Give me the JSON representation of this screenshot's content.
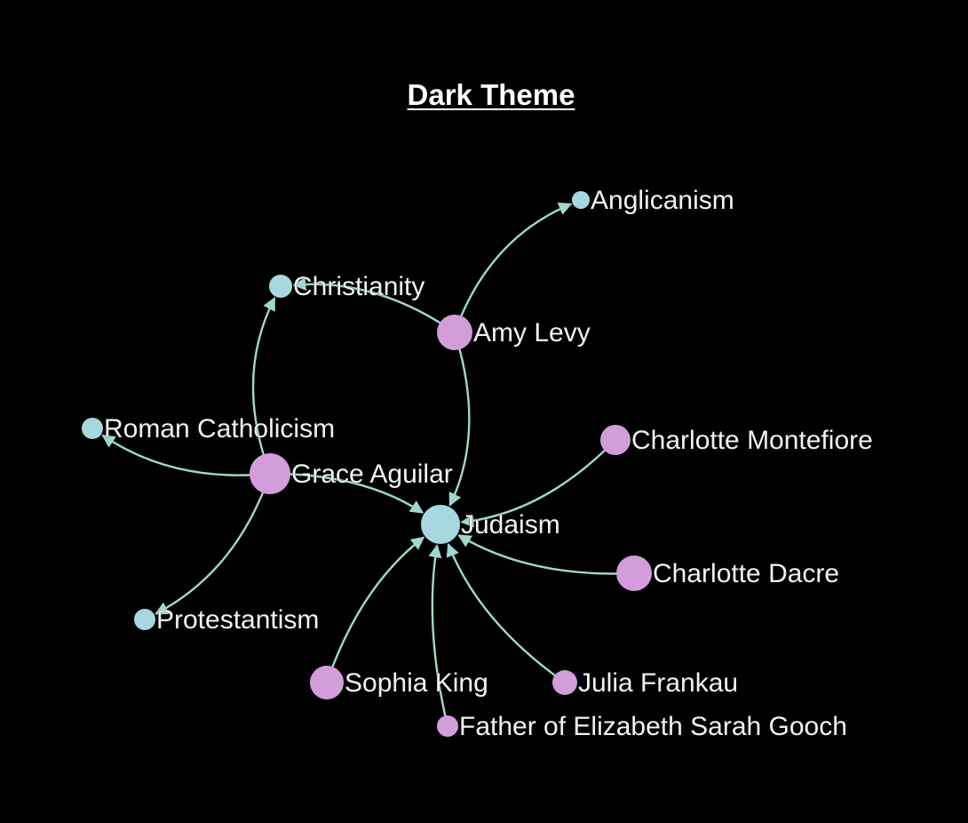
{
  "title": "Dark Theme",
  "colors": {
    "background": "#000000",
    "edge": "#9fd8cf",
    "concept_node": "#a8d8df",
    "person_node": "#d39ddc",
    "label": "#f2f2f2"
  },
  "nodes": [
    {
      "id": "anglicanism",
      "label": "Anglicanism",
      "kind": "concept"
    },
    {
      "id": "christianity",
      "label": "Christianity",
      "kind": "concept"
    },
    {
      "id": "amy-levy",
      "label": "Amy Levy",
      "kind": "person"
    },
    {
      "id": "roman-catholicism",
      "label": "Roman Catholicism",
      "kind": "concept"
    },
    {
      "id": "charlotte-montefiore",
      "label": "Charlotte Montefiore",
      "kind": "person"
    },
    {
      "id": "grace-aguilar",
      "label": "Grace Aguilar",
      "kind": "person"
    },
    {
      "id": "judaism",
      "label": "Judaism",
      "kind": "concept"
    },
    {
      "id": "charlotte-dacre",
      "label": "Charlotte Dacre",
      "kind": "person"
    },
    {
      "id": "protestantism",
      "label": "Protestantism",
      "kind": "concept"
    },
    {
      "id": "sophia-king",
      "label": "Sophia King",
      "kind": "person"
    },
    {
      "id": "julia-frankau",
      "label": "Julia Frankau",
      "kind": "person"
    },
    {
      "id": "father-of-elizabeth-sarah-gooch",
      "label": "Father of Elizabeth Sarah Gooch",
      "kind": "person"
    }
  ],
  "edges": [
    {
      "source": "amy-levy",
      "target": "anglicanism"
    },
    {
      "source": "amy-levy",
      "target": "christianity"
    },
    {
      "source": "amy-levy",
      "target": "judaism"
    },
    {
      "source": "grace-aguilar",
      "target": "christianity"
    },
    {
      "source": "grace-aguilar",
      "target": "roman-catholicism"
    },
    {
      "source": "grace-aguilar",
      "target": "judaism"
    },
    {
      "source": "grace-aguilar",
      "target": "protestantism"
    },
    {
      "source": "charlotte-montefiore",
      "target": "judaism"
    },
    {
      "source": "charlotte-dacre",
      "target": "judaism"
    },
    {
      "source": "sophia-king",
      "target": "judaism"
    },
    {
      "source": "julia-frankau",
      "target": "judaism"
    },
    {
      "source": "father-of-elizabeth-sarah-gooch",
      "target": "judaism"
    }
  ]
}
